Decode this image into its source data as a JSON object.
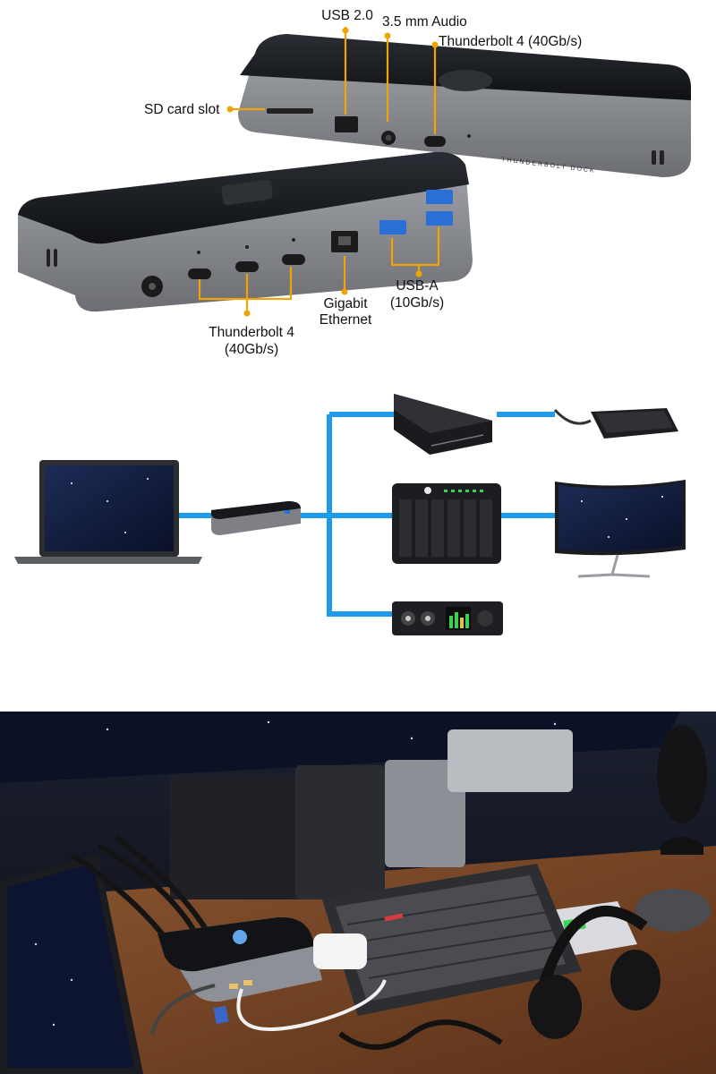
{
  "ports_figure": {
    "labels": {
      "usb2": "USB 2.0",
      "audio": "3.5 mm Audio",
      "tb4_top": "Thunderbolt 4 (40Gb/s)",
      "sd": "SD card slot",
      "ethernet_line1": "Gigabit",
      "ethernet_line2": "Ethernet",
      "usba_line1": "USB-A",
      "usba_line2": "(10Gb/s)",
      "tb4_bottom_line1": "Thunderbolt 4",
      "tb4_bottom_line2": "(40Gb/s)"
    },
    "device_brand": "THUNDERBOLT DOCK",
    "colors": {
      "leader": "#f1a400",
      "dock_top": "#16181c",
      "dock_body": "#8c8e93"
    }
  },
  "connection_diagram": {
    "colors": {
      "cable": "#1e9bea"
    },
    "devices": [
      "laptop",
      "thunderbolt-dock",
      "storage-enclosure",
      "portable-ssd",
      "raid-enclosure",
      "curved-monitor",
      "audio-interface"
    ]
  },
  "desk_photo": {
    "colors": {
      "desk": "#7a4a2a",
      "wall": "#1b2030"
    },
    "objects": [
      "laptop",
      "thunderbolt-dock",
      "keyboard",
      "headphones",
      "mouse",
      "microphone",
      "storage-drives",
      "audio-interface"
    ]
  }
}
